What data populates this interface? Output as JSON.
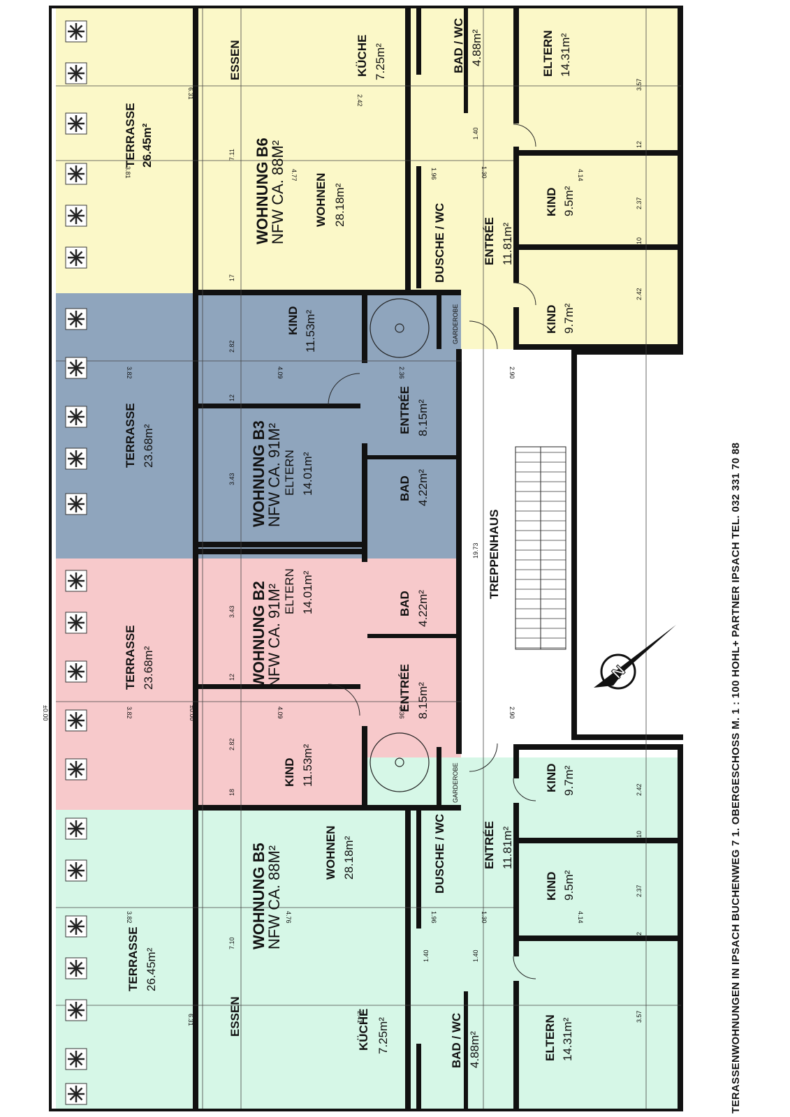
{
  "caption": "TERASSENWOHNUNGEN IN IPSACH BUCHENWEG 7   1. OBERGESCHOSS M. 1 : 100   HOHL+ PARTNER IPSACH  TEL. 032 331 70 88",
  "colors": {
    "b6": "#fbf8c8",
    "b3": "#8fa5bd",
    "b2": "#f7c9cb",
    "b5": "#d6f7e7",
    "wall": "#111111"
  },
  "apartments": {
    "b6": {
      "title": "WOHNUNG B6",
      "nfw": "NFW CA. 88M²",
      "terrasse": {
        "name": "TERRASSE",
        "area": "26.45m²"
      },
      "wohnen": {
        "name": "WOHNEN",
        "area": "28.18m²"
      },
      "essen": "ESSEN",
      "kueche": {
        "name": "KÜCHE",
        "area": "7.25m²"
      },
      "bad": {
        "name": "BAD / WC",
        "area": "4.88m²"
      },
      "eltern": {
        "name": "ELTERN",
        "area": "14.31m²"
      },
      "kind1": {
        "name": "KIND",
        "area": "9.5m²"
      },
      "kind2": {
        "name": "KIND",
        "area": "9.7m²"
      },
      "dusche": "DUSCHE / WC",
      "entree": {
        "name": "ENTRÉE",
        "area": "11.81m²"
      }
    },
    "b3": {
      "title": "WOHNUNG B3",
      "nfw": "NFW CA. 91M²",
      "terrasse": {
        "name": "TERRASSE",
        "area": "23.68m²"
      },
      "eltern": {
        "name": "ELTERN",
        "area": "14.01m²"
      },
      "kind": {
        "name": "KIND",
        "area": "11.53m²"
      },
      "bad": {
        "name": "BAD",
        "area": "4.22m²"
      },
      "entree": {
        "name": "ENTRÉE",
        "area": "8.15m²"
      },
      "garderobe": "GARDEROBE"
    },
    "b2": {
      "title": "WOHNUNG B2",
      "nfw": "NFW CA. 91M²",
      "terrasse": {
        "name": "TERRASSE",
        "area": "23.68m²"
      },
      "eltern": {
        "name": "ELTERN",
        "area": "14.01m²"
      },
      "kind": {
        "name": "KIND",
        "area": "11.53m²"
      },
      "bad": {
        "name": "BAD",
        "area": "4.22m²"
      },
      "entree": {
        "name": "ENTRÉE",
        "area": "8.15m²"
      },
      "garderobe": "GARDEROBE"
    },
    "b5": {
      "title": "WOHNUNG B5",
      "nfw": "NFW CA. 88M²",
      "terrasse": {
        "name": "TERRASSE",
        "area": "26.45m²"
      },
      "wohnen": {
        "name": "WOHNEN",
        "area": "28.18m²"
      },
      "essen": "ESSEN",
      "kueche": {
        "name": "KÜCHE",
        "area": "7.25m²"
      },
      "bad": {
        "name": "BAD / WC",
        "area": "4.88m²"
      },
      "eltern": {
        "name": "ELTERN",
        "area": "14.31m²"
      },
      "kind1": {
        "name": "KIND",
        "area": "9.5m²"
      },
      "kind2": {
        "name": "KIND",
        "area": "9.7m²"
      },
      "dusche": "DUSCHE / WC",
      "entree": {
        "name": "ENTRÉE",
        "area": "11.81m²"
      }
    }
  },
  "stair": {
    "name": "TREPPENHAUS"
  },
  "dims": {
    "d631": "6.31",
    "d242": "2.42",
    "d140": "1.40",
    "d130": "1.30",
    "d196": "1.96",
    "d357": "3.57",
    "d12": "12",
    "d237": "2.37",
    "d10": "10",
    "d414": "4.14",
    "d711": "7.11",
    "d710": "7.10",
    "d477": "4.77",
    "d476": "4.76",
    "d381": "3.81",
    "d382": "3.82",
    "d17": "17",
    "d18": "18",
    "d282": "2.82",
    "d409": "4.09",
    "d236": "2.36",
    "d290": "2.90",
    "d343": "3.43",
    "d1973": "19.73",
    "d000": "±0.00",
    "d241": "2.41"
  }
}
